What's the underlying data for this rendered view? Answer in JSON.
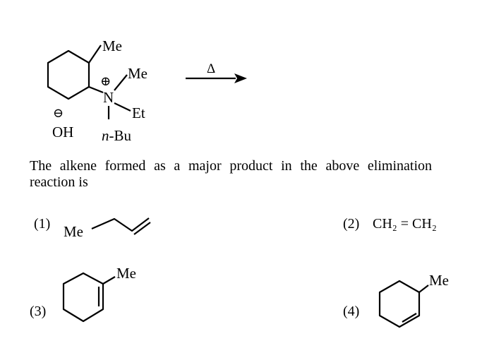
{
  "reactant": {
    "substituents": {
      "ring_methyl": "Me",
      "n_methyl": "Me",
      "n_ethyl": "Et",
      "n_butyl": "n-Bu",
      "counter_ion": "OH"
    },
    "nitrogen": "N",
    "positive_charge": "⊕",
    "negative_charge": "⊖"
  },
  "reaction_arrow": {
    "condition": "Δ"
  },
  "question": {
    "text": "The alkene formed as a major product in the above elimination reaction is"
  },
  "options": [
    {
      "number": "(1)",
      "label": "Me"
    },
    {
      "number": "(2)",
      "formula": "CH₂ = CH₂"
    },
    {
      "number": "(3)",
      "label": "Me"
    },
    {
      "number": "(4)",
      "label": "Me"
    }
  ]
}
